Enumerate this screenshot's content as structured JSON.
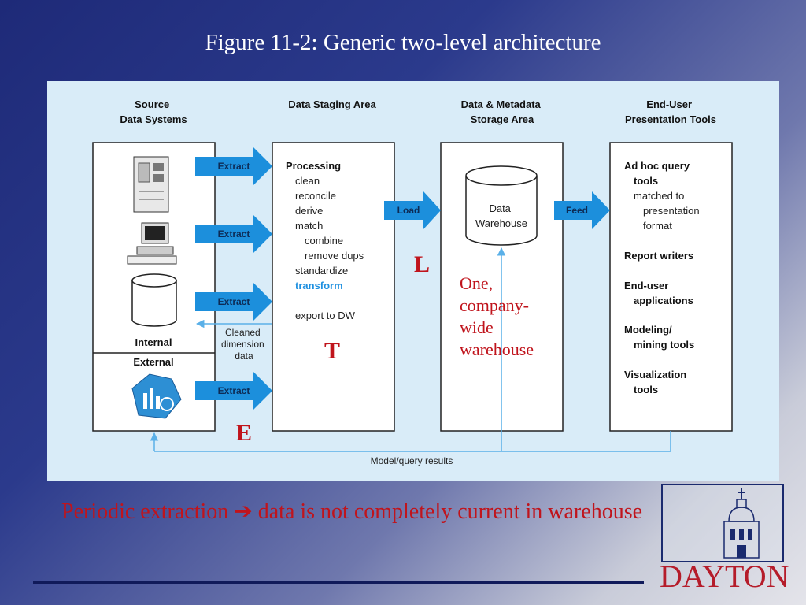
{
  "title": "Figure 11-2: Generic two-level architecture",
  "columns": {
    "source": [
      "Source",
      "Data Systems"
    ],
    "staging": [
      "Data Staging Area"
    ],
    "storage": [
      "Data & Metadata",
      "Storage Area"
    ],
    "enduser": [
      "End-User",
      "Presentation Tools"
    ]
  },
  "arrows": {
    "extract": "Extract",
    "load": "Load",
    "feed": "Feed"
  },
  "source_labels": {
    "internal": "Internal",
    "external": "External"
  },
  "cleaned": [
    "Cleaned",
    "dimension",
    "data"
  ],
  "processing": {
    "heading": "Processing",
    "steps": [
      "clean",
      "reconcile",
      "derive",
      "match"
    ],
    "sub_steps": [
      "combine",
      "remove dups"
    ],
    "standardize": "standardize",
    "transform": "transform",
    "export": "export to DW"
  },
  "warehouse": [
    "Data",
    "Warehouse"
  ],
  "tools": {
    "adhoc": [
      "Ad hoc query",
      "tools"
    ],
    "adhoc_sub": [
      "matched to",
      "presentation",
      "format"
    ],
    "report": "Report writers",
    "enduser_apps": [
      "End-user",
      "applications"
    ],
    "modeling": [
      "Modeling/",
      "mining tools"
    ],
    "visualization": [
      "Visualization",
      "tools"
    ]
  },
  "feedback": "Model/query results",
  "annotations": {
    "e": "E",
    "t": "T",
    "l": "L",
    "one_company": [
      "One,",
      "company-",
      "wide",
      "warehouse"
    ]
  },
  "caption": {
    "left": "Periodic extraction",
    "arrow": "➔",
    "right": "data is not completely current in warehouse"
  },
  "logo": "DAYTON",
  "colors": {
    "arrow_fill": "#1c8fdc",
    "transform": "#1e90e0",
    "annotation_red": "#c0141c",
    "diagram_bg": "#d9ecf8"
  }
}
